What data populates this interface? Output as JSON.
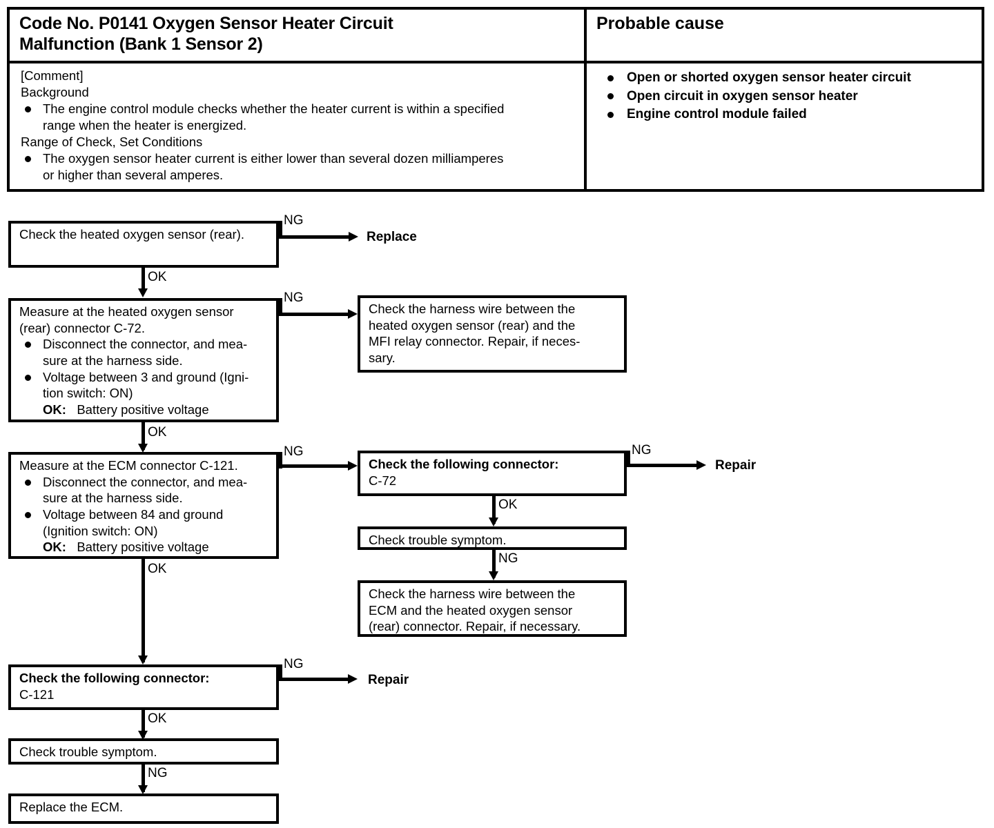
{
  "table": {
    "code_title": [
      "Code No. P0141 Oxygen Sensor Heater Circuit",
      "Malfunction (Bank 1 Sensor 2)"
    ],
    "probable_cause_title": "Probable cause",
    "comment": {
      "heading": "[Comment]",
      "subheading_background": "Background",
      "background_items": [
        [
          "The engine control module checks whether the heater current is within a specified",
          "range when the heater is energized."
        ]
      ],
      "subheading_range": "Range of Check, Set Conditions",
      "range_items": [
        [
          "The oxygen sensor heater current is either lower than several dozen milliamperes",
          "or higher than several amperes."
        ]
      ]
    },
    "causes": [
      "Open or shorted oxygen sensor heater circuit",
      "Open circuit in oxygen sensor heater",
      "Engine control module failed"
    ]
  },
  "flow": {
    "box1": {
      "line1": "Check the heated oxygen sensor (rear)."
    },
    "box2": {
      "line1": "Measure at the heated oxygen sensor",
      "line2": "(rear) connector C-72.",
      "bullets": [
        [
          "Disconnect the connector, and mea-",
          "sure at the harness side."
        ],
        [
          "Voltage between 3 and ground (Igni-",
          "tion switch: ON)"
        ]
      ],
      "ok_label": "OK:",
      "ok_value": "Battery positive voltage"
    },
    "box3": {
      "line1": "Check the harness wire between the",
      "line2": "heated oxygen sensor (rear) and the",
      "line3": "MFI relay connector. Repair, if neces-",
      "line4": "sary."
    },
    "box4": {
      "line1": "Measure at the ECM connector C-121.",
      "bullets": [
        [
          "Disconnect the connector, and mea-",
          "sure at the harness side."
        ],
        [
          "Voltage between 84 and ground",
          "(Ignition switch: ON)"
        ]
      ],
      "ok_label": "OK:",
      "ok_value": "Battery positive voltage"
    },
    "box5": {
      "line1": "Check the following connector:",
      "line2": "C-72"
    },
    "box6": {
      "line1": "Check trouble symptom."
    },
    "box7": {
      "line1": "Check the harness wire between the",
      "line2": "ECM and the heated oxygen sensor",
      "line3": "(rear) connector. Repair, if necessary."
    },
    "box8": {
      "line1": "Check the following connector:",
      "line2": "C-121"
    },
    "box9": {
      "line1": "Check trouble symptom."
    },
    "box10": {
      "line1": "Replace the ECM."
    },
    "terminals": {
      "replace": "Replace",
      "repair_right": "Repair",
      "repair_bottom": "Repair"
    },
    "edges": {
      "ng1": "NG",
      "ok1": "OK",
      "ng2": "NG",
      "ok2": "OK",
      "ng3": "NG",
      "ok3": "OK",
      "ng4": "NG",
      "ok4": "OK",
      "ng5": "NG",
      "ok5": "OK",
      "ng6": "NG",
      "ng7": "NG"
    }
  }
}
